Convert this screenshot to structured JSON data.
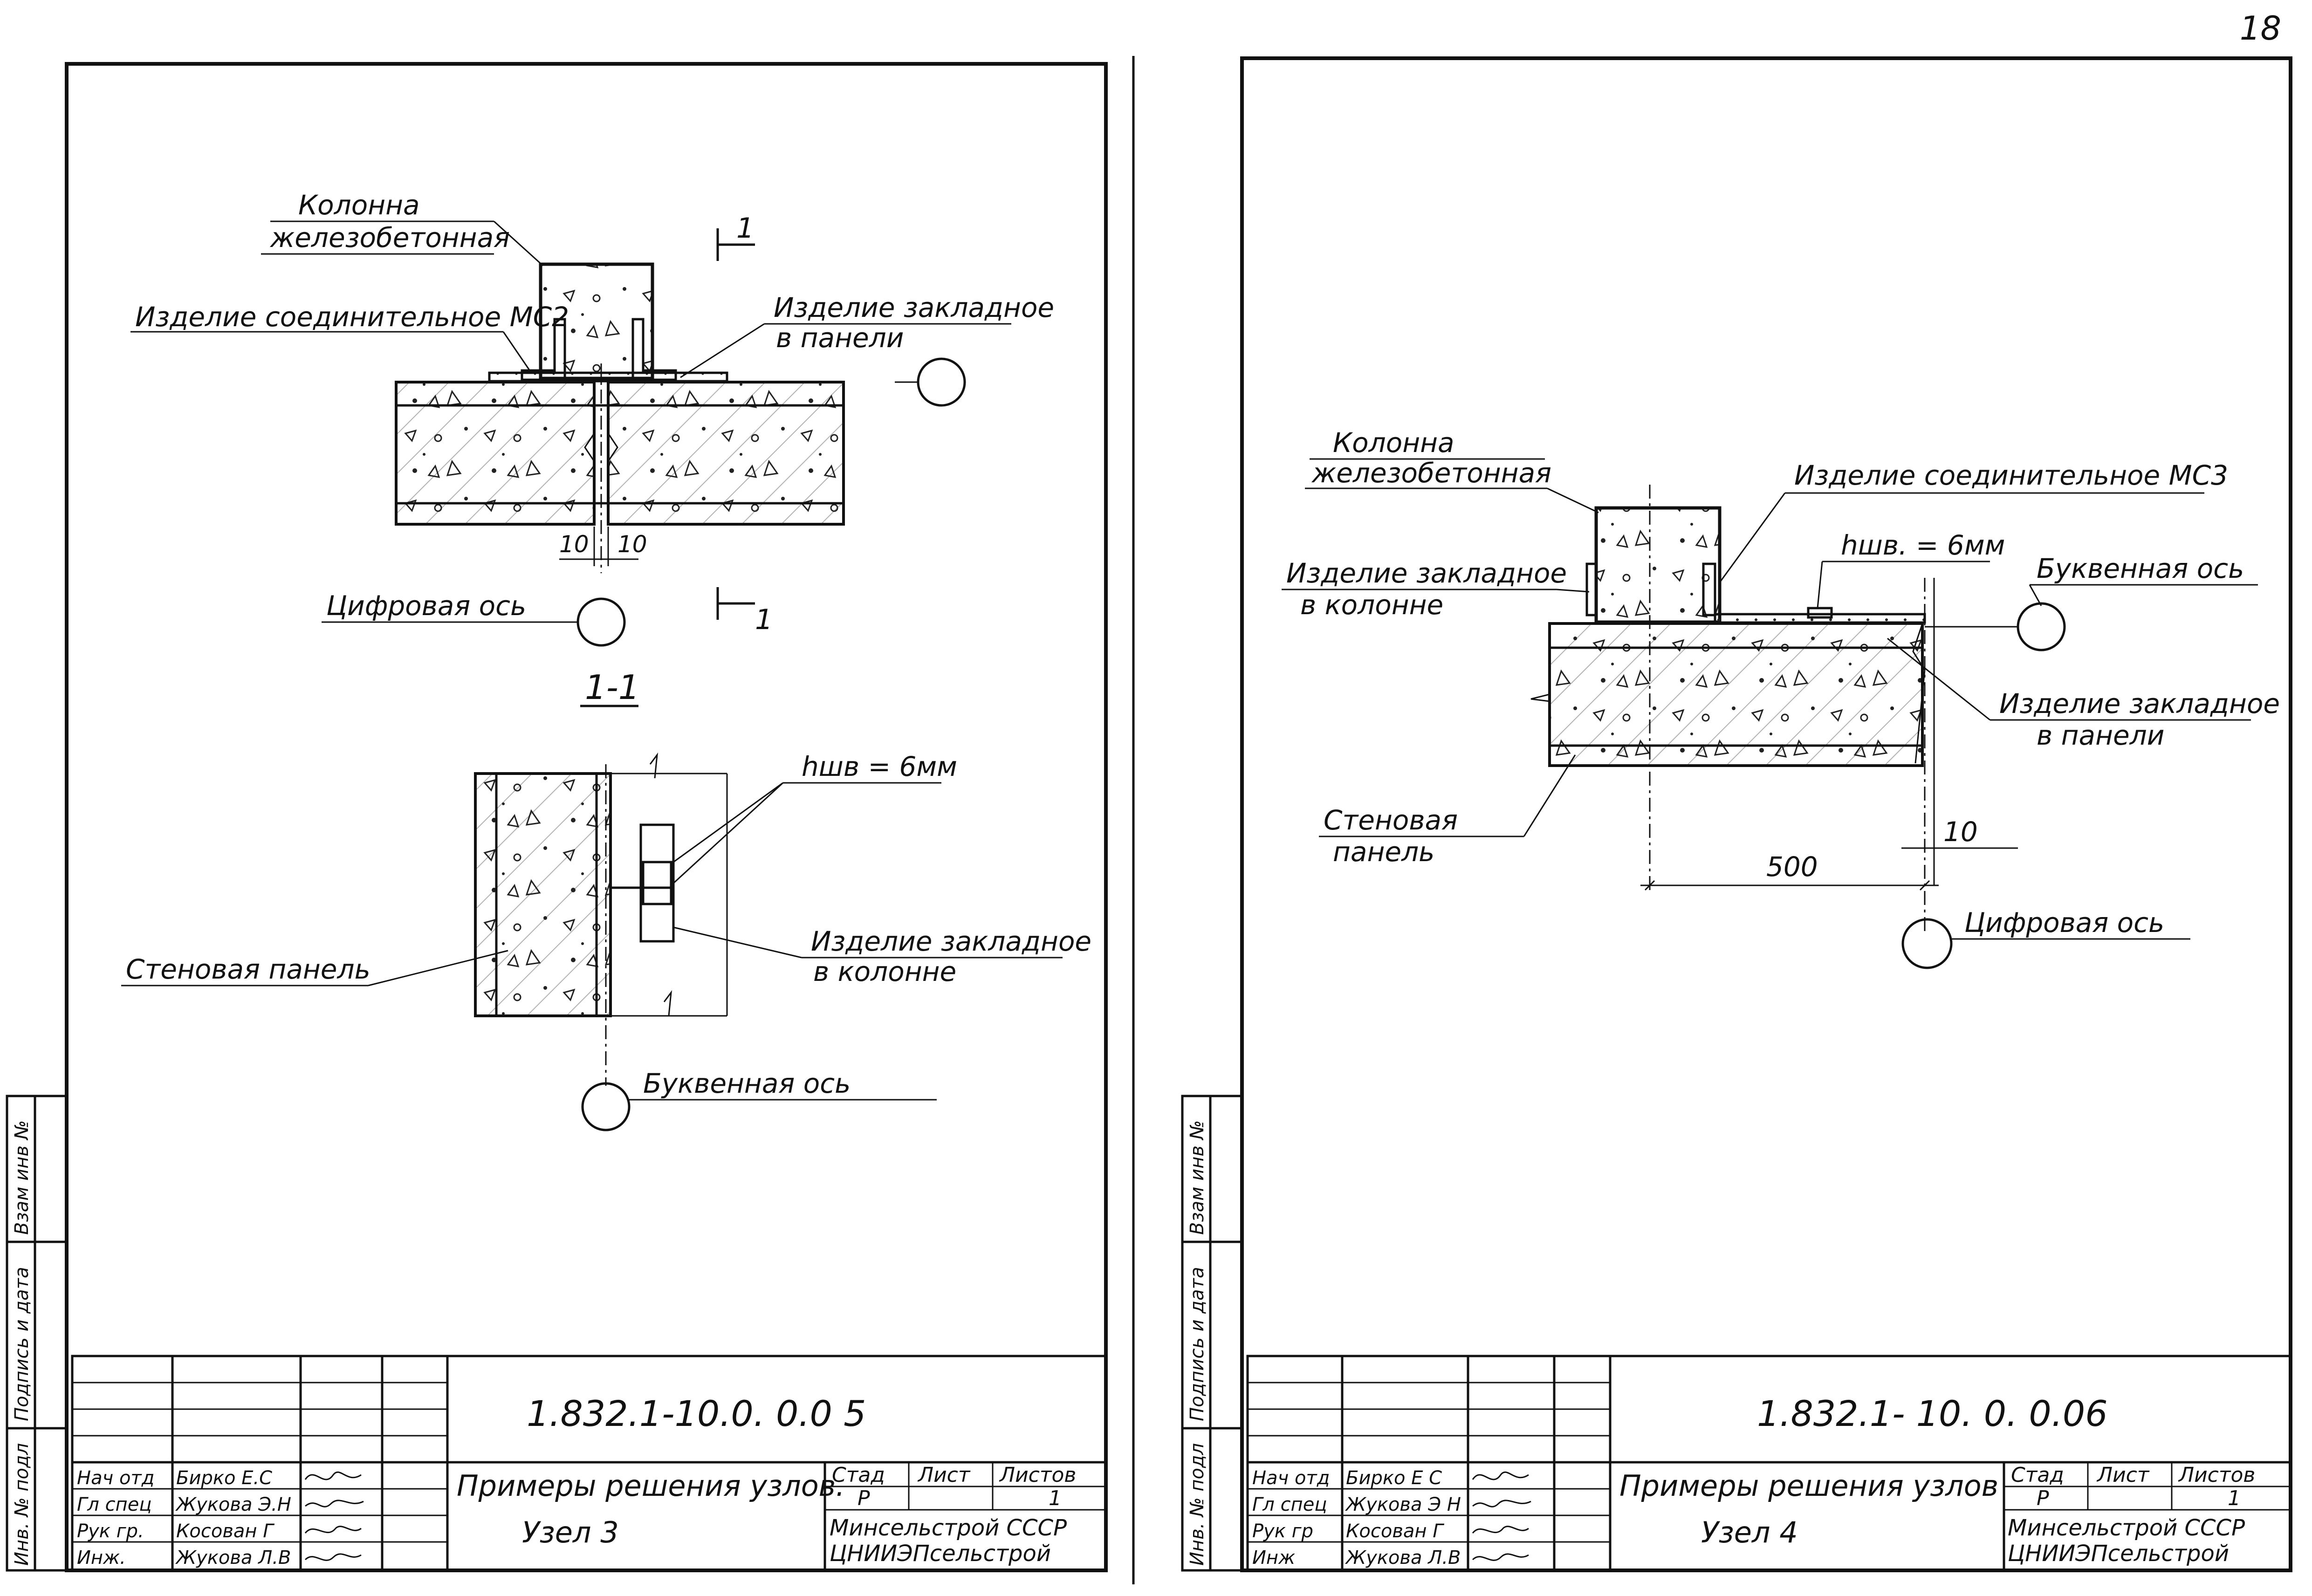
{
  "page_number": "18",
  "side_stamp": {
    "vzam_inv": "Взам инв №",
    "podpis_data": "Подпись и дата",
    "inv_podl": "Инв. № подл"
  },
  "left": {
    "labels": {
      "column": [
        "Колонна",
        "железобетонная"
      ],
      "connector": "Изделие соединительное МС2",
      "embedded_panel": [
        "Изделие закладное",
        "в панели"
      ],
      "digital_axis": "Цифровая ось",
      "section_title": "1-1",
      "section_mark": "1",
      "dim_left": "10",
      "dim_right": "10",
      "weld": "hшв = 6мм",
      "embedded_column": [
        "Изделие закладное",
        "в колонне"
      ],
      "wall_panel": "Стеновая панель",
      "letter_axis": "Буквенная ось"
    },
    "stamp": {
      "code": "1.832.1-10.0. 0.0 5",
      "title_line1": "Примеры решения узлов.",
      "title_line2": "Узел 3",
      "stad_head": "Стад",
      "list_head": "Лист",
      "listov_head": "Листов",
      "stad": "Р",
      "list": "",
      "listov": "1",
      "org_line1": "Минсельстрой СССР",
      "org_line2": "ЦНИИЭПсельстрой",
      "roles": [
        "Нач отд",
        "Гл спец",
        "Рук гр.",
        "Инж."
      ],
      "names": [
        "Бирко Е.С",
        "Жукова Э.Н",
        "Косован Г",
        "Жукова Л.В"
      ]
    }
  },
  "right": {
    "labels": {
      "column": [
        "Колонна",
        "железобетонная"
      ],
      "connector": "Изделие соединительное МС3",
      "weld": "hшв. = 6мм",
      "letter_axis": "Буквенная ось",
      "embedded_column": [
        "Изделие закладное",
        "в колонне"
      ],
      "embedded_panel": [
        "Изделие закладное",
        "в панели"
      ],
      "wall_panel": [
        "Стеновая",
        "панель"
      ],
      "dim_small": "10",
      "dim_big": "500",
      "digital_axis": "Цифровая ось"
    },
    "stamp": {
      "code": "1.832.1- 10. 0. 0.06",
      "title_line1": "Примеры решения узлов",
      "title_line2": "Узел 4",
      "stad_head": "Стад",
      "list_head": "Лист",
      "listov_head": "Листов",
      "stad": "Р",
      "list": "",
      "listov": "1",
      "org_line1": "Минсельстрой СССР",
      "org_line2": "ЦНИИЭПсельстрой",
      "roles": [
        "Нач отд",
        "Гл спец",
        "Рук гр",
        "Инж"
      ],
      "names": [
        "Бирко Е С",
        "Жукова Э Н",
        "Косован Г",
        "Жукова Л.В"
      ]
    }
  }
}
